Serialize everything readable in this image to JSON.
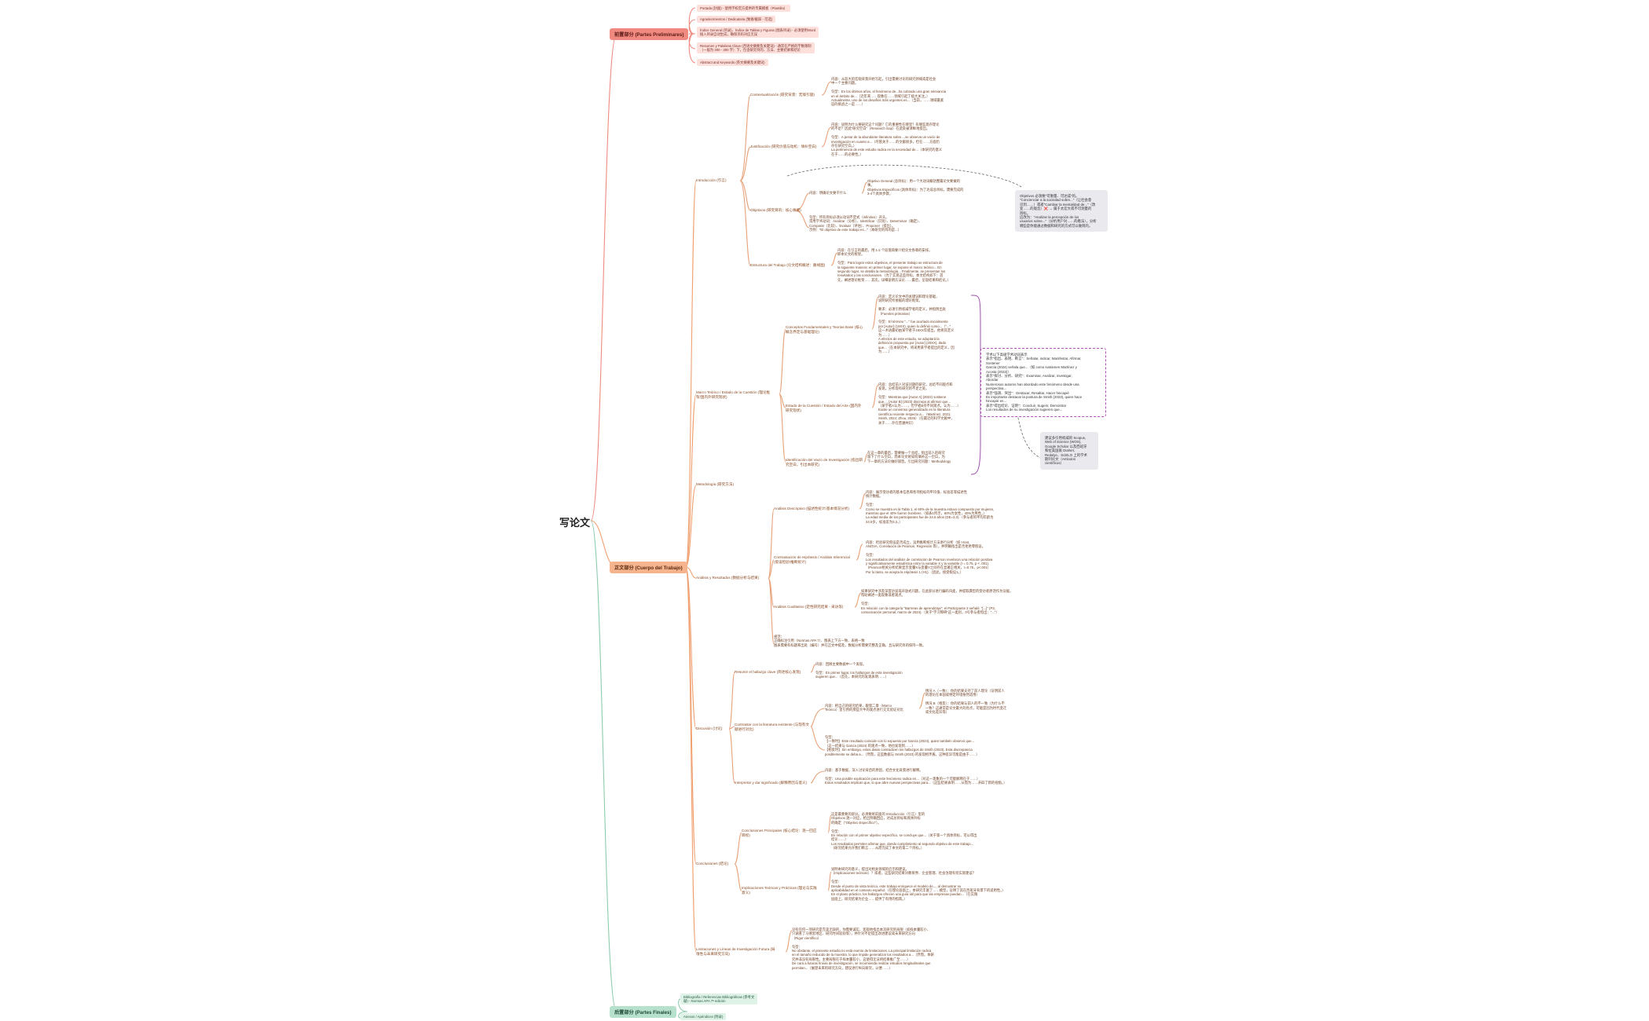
{
  "root": {
    "label": "写论文"
  },
  "sections": {
    "preliminares": {
      "label": "前置部分 (Partes Preliminares)",
      "items": [
        "Portada (封面) - 使用学校官方提供的专属模板（Plantilla）",
        "Agradecimientos / Dedicatoria (致谢/献辞 - 可选)",
        "Índice General (目录)、Índice de Tablas y Figuras (图表目录) - 必须使用Word\n插入目录自动生成，确保页码对应无误",
        "Resumen y Palabras Clave (西语文摘要及关键词) - 通常在严格的字数限制\n（一般为 200 - 300 字）下，包含研究目的、方法、主要结果和结论",
        "Abstract and Keywords (英文摘要及关键词)"
      ]
    },
    "cuerpo": {
      "label": "正文部分 (Cuerpo del Trabajo)",
      "introduccion": {
        "label": "Introducción (引言)",
        "contextualizacion": {
          "label": "Contextualización (研究背景：宏观引题)",
          "text": "内容：从较大的宏观背景开始写起，引出需要讨论的研究领域或是社会\n中一个主要问题。\n\n句型：En los últimos años, el fenómeno de...ha cobrado una gran relevancia\nen el ámbito de...（近年来……现象在……领域引起了极大关注。）\nActualmente, uno de los desafíos más urgentes es...（当前，……领域最紧\n迫的挑战之一是……）"
        },
        "justificacion": {
          "label": "Justificación (研究价值与动机：填补空白)",
          "text": "内容：说明为什么要研究这个问题？它的重要性在哪里？有哪些现存理论\n的不足？因此\"研究空白\"（Research Gap）在此处被清晰地提出。\n\n句型：A pesar de la abundante literatura sobre...,se observa un vacío de\ninvestigación en cuanto a...（尽管关于……的文献很多，但在……方面仍\n存在研究空白。）\nLa pertinencia de este estudio radica en la necesidad de...（本研究的意义\n在于……的必要性。）"
        },
        "objetivos": {
          "label": "Objetivos (研究目的：核心要素)",
          "contenido": "内容：明确论文要干什么",
          "detalle": "Objetivo General (总目标)：用一个大动词概括整篇论文要做的事。\nObjetivos Específicos (具体目标)：为了达成总目标，需要完成的3-4个具体步骤。",
          "verbos": "句型：所有目标必须以动词不定式（infinitivo）开头。\n常用学术动词：Analizar（分析）、Identificar（识别）、Determinar（确定）、\nComparar（比较）、Evaluar（评估）、Proponer（提出）。\n示例：\"El objetivo de este trabajo es...\"（本研究的目的是...）"
        },
        "estructura": {
          "label": "Estructura del Trabajo (论文结构概述：路线图)",
          "text": "内容：在引言的最后，用 1-2 个段落简要介绍论文各章的安排，\n即本论文的框架。\n\n句型：Para lograr estos objetivos, el presente trabajo se estructura de\nla siguiente manera: en primer lugar, se expone el marco teórico... En\nsegundo lugar, se detalla la metodología... Finalmente, se presentan los\nresultados y las conclusiones.（为了实现这些目标，本文结构如下：首\n先，阐述理论框架……其次，详细说明方法论……最后，呈现结果和结论。）"
        }
      },
      "marco": {
        "label": "Marco Teórico / Estado de la Cuestión (理论框\n架/国内外研究现状)",
        "conceptos": {
          "label": "Conceptos Fundamentales y Teorías Base (核心\n概念界定与基础理论)",
          "text": "内容：定义论文中的关键词和理论基础，\n说明研究所依据的理论框架。\n\n要求：必须引用权威学者的定义，并指明出处\n（Fuentes primarias）\n\n句型：El término \"...\" fue acuñado inicialmente\npor [Autor] (19XX), quien lo definió como...（\"...\"\n这一术语最初由某学者于19XX年提出，他将其定义\n为……）\nA efectos de este estudio, se adoptará la\ndefinición propuesta por [Autor] (20XX), dado\nque...（在本研究中，将采用某学者提出的定义，因\n为……）"
        },
        "estado": {
          "label": "Estado de la Cuestión / Estado del Arte (国内外\n研究现状)",
          "text": "内容：总结前人对该问题的研究，总结不同观点和\n发现，分析现有研究的不足之处。\n\n句型：Mientras que [Autor A] (2022) sostiene\nque..., [Autor B] (2023) discrepa al afirmar que...\n（某学者A认为……，但学者B持不同观点，认为……）\nExiste un consenso generalizado en la literatura\ncientífica reciente respecto a...（Martínez, 2021;\nSmith, 2024; Zhou, 2025）（在最近的科学文献中，\n关于……存在普遍共识）"
        },
        "vacio": {
          "label": "Identificación del Vacío de Investigación (指出研\n究空白，引出本研究)",
          "text": "在这一章的最后，需要做一个总结，指出前人的研究\n留下了什么空白，而本论文将如何填补这一空白，为\n下一章的方法论做好铺垫。引出研究问题：Methodology"
        }
      },
      "metodologia": {
        "label": "Metodología (研究方法)"
      },
      "analisis": {
        "label": "Análisis y Resultados (数据分析与结果)",
        "descriptivo": {
          "label": "Análisis Descriptivo (描述性统计/基本情况分析)",
          "text": "内容：展示受访者的基本信息和各项指标的平均值、标准差等描述性\n统计数据。\n\n句型：\nComo se muestra en la Tabla 1, el 60% de la muestra estuvo compuesto por mujeres,\nmientras que el 40% fueron hombres.（如表1所示，60%为女性，40%为男性。）\nLa edad media de los participantes fue de 24.5 años (DE=3.2).（参与者的平均年龄为\n24.5岁，标准差为3.2。）"
        },
        "contrastacion": {
          "label": "Contrastación de Hipótesis / Análisis Inferencial\n(假设检验/推断统计)",
          "text": "内容：检验研究假设是否成立，运用推断统计方法进行分析（如 t-test,\nANOVA, Correlación de Pearson, Regresión 等），并明确指出是否拒绝零假设。\n\n句型：\nLos resultados del análisis de correlación de Pearson revelaron una relación positiva\ny significativamente estadística entre la variable X y la variable (r = 0.75, p < .001).\n（Pearson相关分析结果显示变量X与变量Y之间存在显著正相关，r=0.75，p<.001）\nPor lo tanto, se acepta la Hipótesis 1 (H1).（因此，接受假设1。）"
        },
        "cualitativo": {
          "label": "Análisis Cualitativo (定性研究结果 - 采访等)",
          "text": "如果研究中涉及深度访谈或开放式问题，在此部分进行编码归类，并提取典型的受访者原话作为证据，\n帮助阐述一类现象或者观点。\n\n句型：\nEn relación con la categoría \"Barreras de aprendizaje\", el Participante 3 señaló: \"[...]\" (P3,\ncomunicación personal, marzo de 2024).（关于\"学习障碍\"这一类别，3号参与者指出：\"...\"）"
        },
        "nota": "规范：\n正确标注引用（Normas APA 7）、图表上下方一致、表格一致\n图表需要有标题和出处（编号）并在正文中提及，数据分析需要完整及正确，且与研究目的保持一致。"
      },
      "discusion": {
        "label": "Discusión (讨论)",
        "resumir": {
          "label": "Resumir el hallazgo clave (简述核心发现)",
          "text": "内容：回顾主要数据中一个发现。\n\n句型：En primer lugar, los hallazgos de esta investigación\nsugieren que...（首先，本研究的发现表明……）"
        },
        "contrastar": {
          "label": "Contrastar con la literatura existente (与现有文\n献进行对比)",
          "text": "内容：把自己的研究结果，跟第二章（Marco\nTeórico）里引用的那些大牛的观点进行交叉验证对比",
          "caso": "情况 A（一致）：你的结果支持了前人理论（证明前人\n的理论在本国或特定环境依然适用）\n\n情况 B（相反）：你的结果与前人的不一致（为什么不\n一致？这通常是论文最大的亮点，可能是因为时代变迁\n或文化差异等）",
          "frases": "句型：\n【一致时】Este resultado coincide con lo expuesto por García (2024), quien también observó que...\n（这一结果与 García (2024) 的观点一致，他也发现到……）\n【相反时】Sin embargo, estos datos contradicen los hallazgos de Smith (2023). Esta discrepancia\nposiblemente se deba a...（然而，这些数据与 Smith (2023) 的发现相矛盾。这种差异可能是由于……）"
        },
        "interpretar": {
          "label": "Interpretar y dar significado (解释原因与意义)",
          "text": "内容：基于数据，深入讨论背后的原因，结合文化背景进行解释。\n\n句型：Una posible explicación para este fenómeno radica en...（对这一现象的一个可能解释在于……）\nEstos resultados implican que, lo que abre nuevas perspectivas para...（这些结果表明……从而为……开辟了新的视角。）"
        }
      },
      "conclusiones": {
        "label": "Conclusiones (结论)",
        "principales": {
          "label": "Conclusiones Principales (核心结论：逐一回应\n目标)",
          "text": "这是最重要的部分。必须要将前面的 Introducción（引言）里的\nObjetivos 逐一对应，给出明确回应，达成总目标和具体目标\n的确定（\"Objetivo Específico\"）。\n\n句型：\nEn relación con el primer objetivo específico, se concluye que...（关于第一个具体目标，可以得出\n结论……）\nLos resultados permiten afirmar que, dando cumplimiento al segundo objetivo de este trabajo...\n（研究结果允许我们断言……从而完成了本文的第二个目标。）"
        },
        "implicaciones": {
          "label": "Implicaciones Teóricas y Prácticas (理论与实践\n意义)",
          "text": "说明本研究的意义，提出对相关领域的启示和建议。\n（Implicaciones teóricas）？或者，这些研究结果对教育界、企业管理、社会治理有何实际建议？\n\n句型：\nDesde el punto de vista teórico, este trabajo enriquece el modelo de..., al demostrar su\naplicabilidad en el contexto español.（在理论层面上，本研究丰富了……模型，证明了其在西班牙背景下的适用性。）\nEn el plano práctico, los hallazgos ofrecen una guía útil para que las empresas puedan...（在实践\n层面上，研究结果为企业……提供了有用的指南。）"
        }
      },
      "limitaciones": {
        "label": "Limitaciones y Líneas de Investigación Futura (局\n限性与未来研究方向)",
        "text": "没有任何一项研究是完美无缺的，你需要诚实、客观地指出本次研究的局限（如样本量较小、\n只调查了马德里地区、研究时间较短等），并针对不足提出改进建议或未来研究方向\n（Rigor científico）\n\n句型：\nNo obstante, el presente estudio no está exento de limitaciones. La principal limitación radica\nen el tamaño reducido de la muestra, lo que impide generalizar los resultados a...（然而，本研\n究并非没有局限性。主要局限在于样本量较小，这使得无法将结果推广至……）\nDe cara a futuras líneas de investigación, se recomienda realizar estudios longitudinales que\npermitan...（展望未来的研究方向，建议进行纵向研究，以便……）"
      }
    },
    "finales": {
      "label": "后置部分 (Partes Finales)",
      "items": [
        "Bibliografía / Referencias Bibliográficas (参考文\n献) - Normas APA 7ª edición",
        "Anexos / Apéndices (附录)"
      ]
    }
  },
  "notes": {
    "objetivos": "Objetivos 必须要\"可衡量、可达成\"的。\n\"Concienciar a la sociedad sobre...\"（让社会意\n识到……）或者\"Cambiar la mentalidad de...\"（改\n变……的观念）❌ → 属于太宏大或不可测量的\n目标。\n应改为：\"Analizar la percepción de los\nusuarios sobre...\"（分析用户对……的看法），分析\n哪些是你能通过数据和研究的方式可以做到的。",
    "verbos": "学术以下高级学术动词表示\n表示\"指出、表明、断言\"：Señalar, indicar, Manifestar, Afirmar,\nSostener\nGarcía (2024) señala que...（如 como sostienen Martínez y\nAcosta (2023)）\n表示\"探讨、分析、研究\"：Examinar, Analizar, investigar,\nAbordar\nNumerosos autores han abordado este fenómeno desde una\nperspectiva...\n表示\"强调、突出\"：Destacar, Resaltar, Hacer hincapié\nEs importante destacar la postura de Smith (2023), quien hace\nhincapié en...\n表示\"得出结论、证明\"：Concluir, Sugerir, Demostrar\nLos resultados de su investigación sugieren que...",
    "bases": "建议多引用权威的 Scopus,\nWeb of Science (WOS),\nGoogle Scholar 以及西班牙\n和拉美国家 Dialnet,\nRedalyc、SciELO 上的学术\n期刊论文（Artículos\ncientíficos）"
  },
  "colors": {
    "preliminares": "#f08a80",
    "cuerpo": "#f5b48d",
    "finales": "#b6e1cc",
    "branch": "#e8a27a"
  }
}
